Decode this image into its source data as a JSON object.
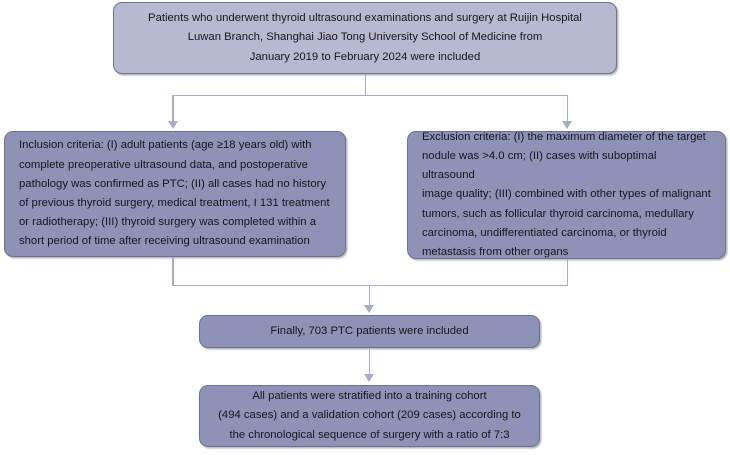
{
  "figure": {
    "type": "flowchart",
    "title": "Patient enrollment flowchart",
    "colors": {
      "box_fill_light": "#b7b9d0",
      "box_fill_dark": "#8e92b6",
      "box_border": "#6f7293",
      "connector": "#a9abca",
      "text": "#16161c",
      "background": "#ffffff"
    }
  },
  "nodes": {
    "enrollment": {
      "lines": [
        "Patients who underwent thyroid ultrasound examinations and surgery at Ruijin Hospital",
        "Luwan Branch, Shanghai Jiao Tong University School of Medicine from",
        "January 2019 to February 2024 were included"
      ]
    },
    "inclusion": {
      "lines": [
        "Inclusion criteria: (I) adult patients (age ≥18 years old) with",
        "complete preoperative ultrasound data, and postoperative",
        "pathology was confirmed as PTC; (II) all cases had no history",
        "of previous thyroid surgery, medical treatment, I 131 treatment",
        "or radiotherapy; (III) thyroid surgery was completed within a",
        "short period of time after receiving ultrasound examination"
      ]
    },
    "exclusion": {
      "lines": [
        "Exclusion criteria: (I) the maximum diameter of the target",
        "nodule was >4.0 cm; (II) cases with suboptimal ultrasound",
        "image quality; (III) combined with other types of malignant",
        "tumors, such as follicular thyroid carcinoma, medullary",
        "carcinoma, undifferentiated carcinoma, or thyroid",
        "metastasis from other organs"
      ]
    },
    "final": {
      "lines": [
        "Finally, 703 PTC patients were included"
      ]
    },
    "cohorts": {
      "lines": [
        "All patients were stratified into a training cohort",
        "(494 cases) and a validation cohort (209 cases) according to",
        "the chronological sequence of surgery with a ratio of 7:3"
      ]
    }
  }
}
